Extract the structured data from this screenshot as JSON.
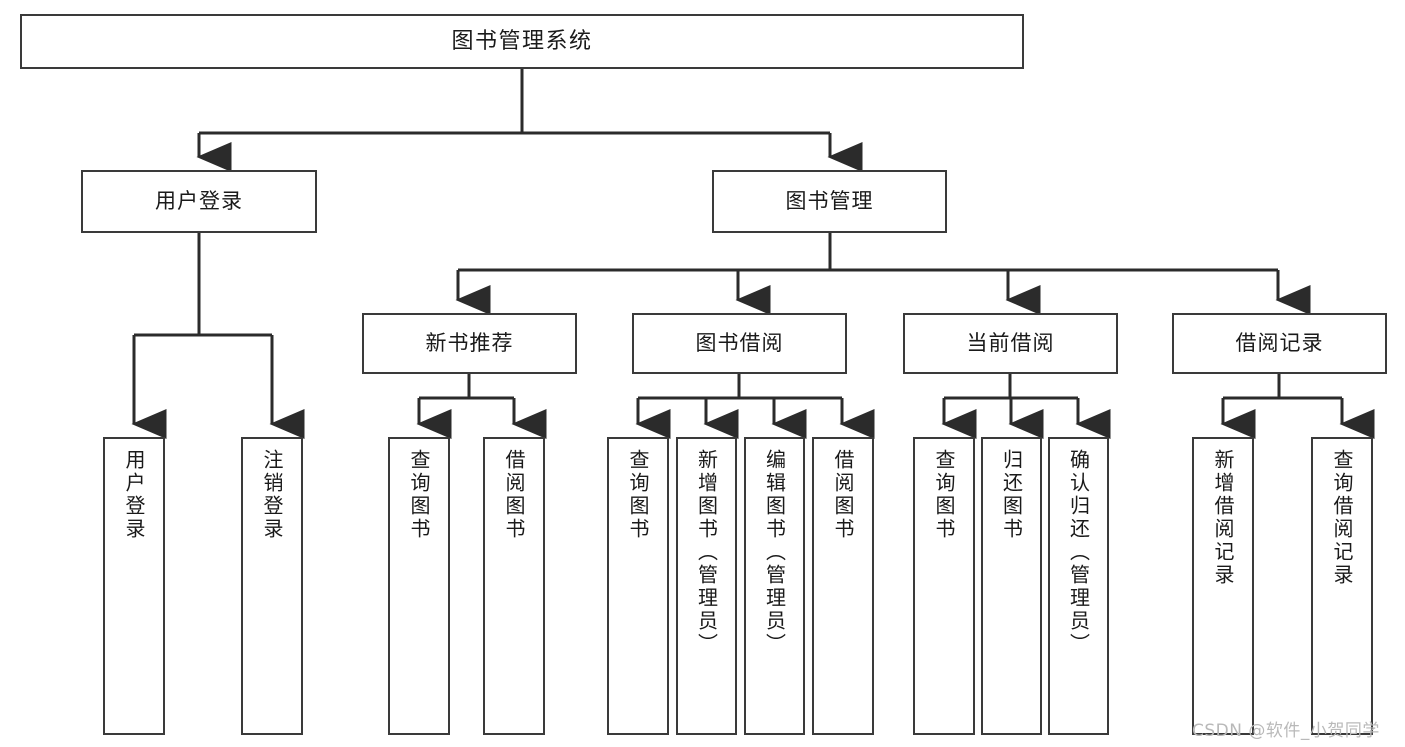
{
  "diagram": {
    "title": "图书管理系统",
    "style": {
      "border_color": "#3a3a3a",
      "fill_color": "#ffffff",
      "line_color": "#2b2b2b",
      "text_color": "#1a1a1a",
      "background": "#ffffff"
    }
  },
  "nodes": {
    "root": {
      "label": "图书管理系统"
    },
    "level2": [
      {
        "label": "用户登录"
      },
      {
        "label": "图书管理"
      }
    ],
    "level3": [
      {
        "label": "新书推荐"
      },
      {
        "label": "图书借阅"
      },
      {
        "label": "当前借阅"
      },
      {
        "label": "借阅记录"
      }
    ],
    "leaves": {
      "user_login": [
        {
          "label": "用户登录"
        },
        {
          "label": "注销登录"
        }
      ],
      "new_book": [
        {
          "label": "查询图书"
        },
        {
          "label": "借阅图书"
        }
      ],
      "book_borrow": [
        {
          "label": "查询图书"
        },
        {
          "label": "新增图书（管理员）"
        },
        {
          "label": "编辑图书（管理员）"
        },
        {
          "label": "借阅图书"
        }
      ],
      "current_borrow": [
        {
          "label": "查询图书"
        },
        {
          "label": "归还图书"
        },
        {
          "label": "确认归还（管理员）"
        }
      ],
      "borrow_record": [
        {
          "label": "新增借阅记录"
        },
        {
          "label": "查询借阅记录"
        }
      ]
    }
  },
  "watermark": {
    "text": "CSDN @软件_小贺同学"
  }
}
